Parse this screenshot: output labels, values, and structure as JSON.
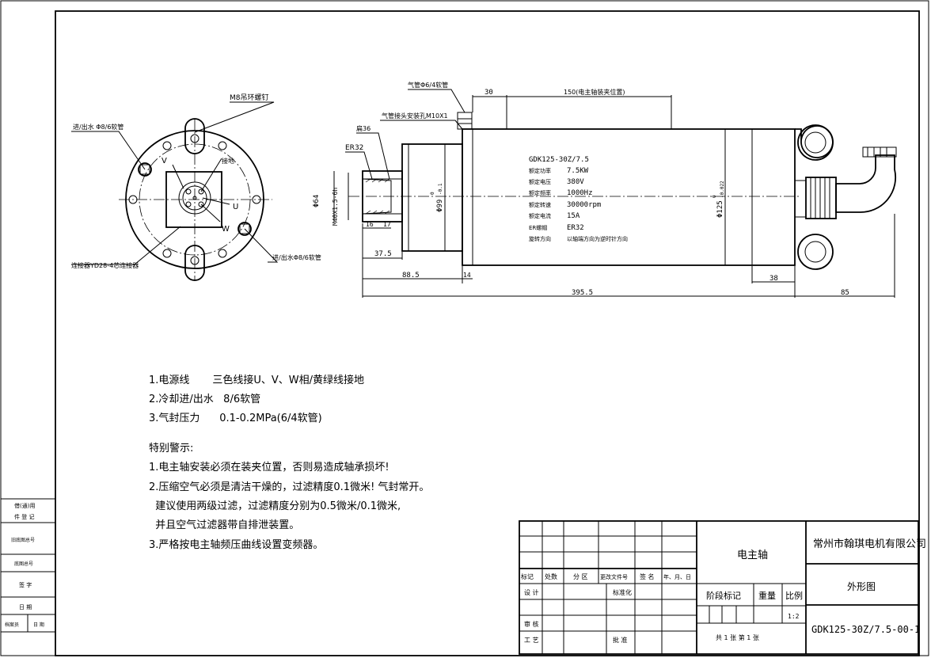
{
  "front_view": {
    "m8_label": "M8吊环螺钉",
    "in_water_label": "进/出水 Φ8/6软管",
    "out_water_label": "进/出水Φ8/6软管",
    "connector_label": "连接器YD28-4芯连接器",
    "phase_v": "V",
    "phase_u": "U",
    "phase_w": "W",
    "ground_label": "接地"
  },
  "side_view": {
    "air_pipe_label": "气管Φ6/4软管",
    "air_joint_label": "气管接头安装孔M10X1",
    "flat_label": "扁36",
    "collet_label": "ER32",
    "nameplate": {
      "model": "GDK125-30Z/7.5",
      "rows": [
        {
          "k": "额定功率",
          "v": "7.5KW"
        },
        {
          "k": "额定电压",
          "v": "380V"
        },
        {
          "k": "额定频率",
          "v": "1000Hz"
        },
        {
          "k": "额定转速",
          "v": "30000rpm"
        },
        {
          "k": "额定电流",
          "v": "15A"
        },
        {
          "k": "ER螺帽",
          "v": "ER32"
        },
        {
          "k": "旋转方向",
          "v": "以轴端方向为逆时针方向"
        }
      ]
    },
    "dims": {
      "d30": "30",
      "d150": "150(电主轴装夹位置)",
      "d37_5": "37.5",
      "d88_5": "88.5",
      "d14": "14",
      "d38": "38",
      "d395_5": "395.5",
      "d85": "85",
      "d16": "16",
      "d17": "17",
      "phi64": "Φ64",
      "m40": "M40X1.5-6h",
      "phi99": "Φ99",
      "phi99_tol": "-0.1",
      "phi99_tol0": "0",
      "phi125": "Φ125",
      "phi125_tol": "-0.022",
      "phi125_tol0": "0"
    }
  },
  "notes": {
    "l1": "1.电源线       三色线接U、V、W相/黄绿线接地",
    "l2": "2.冷却进/出水   8/6软管",
    "l3": "3.气封压力      0.1-0.2MPa(6/4软管)",
    "warn_title": "特别警示:",
    "w1": "1.电主轴安装必须在装夹位置，否则易造成轴承损坏!",
    "w2": "2.压缩空气必须是清洁干燥的，过滤精度0.1微米! 气封常开。",
    "w2b": "  建议使用两级过滤，过滤精度分别为0.5微米/0.1微米,",
    "w2c": "  并且空气过滤器带自排泄装置。",
    "w3": "3.严格按电主轴频压曲线设置变频器。"
  },
  "left_column": {
    "r1": "借(通)用",
    "r2": "件 登 记",
    "r3": "旧底图总号",
    "r4": "底图总号",
    "r5": "签 字",
    "r6": "日 期",
    "r7a": "档案员",
    "r7b": "日 期"
  },
  "title_block": {
    "company": "常州市翰琪电机有限公司",
    "part_name": "电主轴",
    "drawing_type": "外形图",
    "drawing_no": "GDK125-30Z/7.5-00-1",
    "h_biaoji": "标记",
    "h_chushu": "处数",
    "h_fenqu": "分 区",
    "h_gengwen": "更改文件号",
    "h_qianming": "签 名",
    "h_date": "年、月、日",
    "r_sheji": "设 计",
    "r_biaozhun": "标准化",
    "r_shenhe": "审 核",
    "r_gongyi": "工 艺",
    "r_pizhun": "批 准",
    "stage_label": "阶段标记",
    "weight_label": "重量",
    "scale_label": "比例",
    "scale": "1:2",
    "sheets": "共  1  张     第  1  张"
  }
}
